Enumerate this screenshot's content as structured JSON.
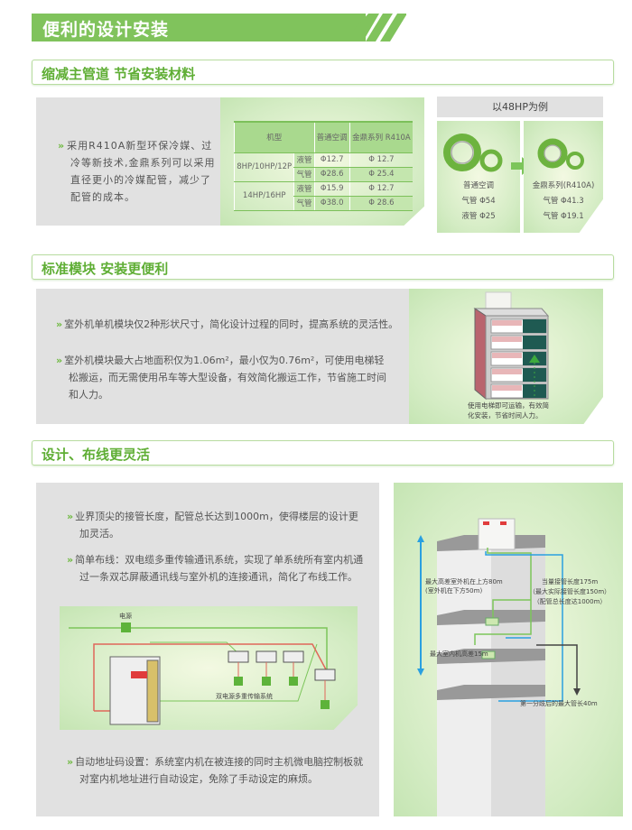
{
  "banner": {
    "title": "便利的设计安装"
  },
  "section1": {
    "title": "缩减主管道  节省安装材料",
    "bullet": "采用R410A新型环保冷媒、过冷等新技术,金鼎系列可以采用直径更小的冷媒配管，减少了配管的成本。",
    "table": {
      "headers": [
        "机型",
        "普通空调",
        "金鼎系列 R410A"
      ],
      "rows": [
        {
          "model": "8HP/10HP/12P",
          "pipe": "液管",
          "normal": "Φ12.7",
          "jd": "Φ 12.7"
        },
        {
          "model": "",
          "pipe": "气管",
          "normal": "Φ28.6",
          "jd": "Φ 25.4"
        },
        {
          "model": "14HP/16HP",
          "pipe": "液管",
          "normal": "Φ15.9",
          "jd": "Φ 12.7"
        },
        {
          "model": "",
          "pipe": "气管",
          "normal": "Φ38.0",
          "jd": "Φ 28.6"
        }
      ]
    },
    "example": {
      "title": "以48HP为例",
      "left": {
        "name": "普通空调",
        "line1": "气管  Φ54",
        "line2": "液管  Φ25"
      },
      "right": {
        "name": "金鼎系列(R410A)",
        "line1": "气管  Φ41.3",
        "line2": "气管  Φ19.1"
      }
    }
  },
  "section2": {
    "title": "标准模块 安装更便利",
    "bullet1": "室外机单机模块仅2种形状尺寸，简化设计过程的同时，提高系统的灵活性。",
    "bullet2": "室外机模块最大占地面积仅为1.06m²，最小仅为0.76m²，可使用电梯轻松搬运，而无需使用吊车等大型设备，有效简化搬运工作，节省施工时间和人力。",
    "caption1": "使用电梯即可运输，有效简",
    "caption2": "化安装，节省时间人力。"
  },
  "section3": {
    "title": "设计、布线更灵活",
    "bullet1": "业界顶尖的接管长度，配管总长达到1000m，使得楼层的设计更加灵活。",
    "bullet2": "简单布线：双电缆多重传输通讯系统，实现了单系统所有室内机通过一条双芯屏蔽通讯线与室外机的连接通讯，简化了布线工作。",
    "bullet3": "自动地址码设置：系统室内机在被连接的同时主机微电脑控制板就对室内机地址进行自动设定，免除了手动设定的麻烦。",
    "wiring": {
      "power": "电源",
      "system": "双电源多重传输系统"
    },
    "building": {
      "h1": "最大高差室外机在上方80m",
      "h2": "(室外机在下方50m)",
      "l1": "当量接管长度175m",
      "l2": "（最大实际接管长度150m）",
      "l3": "（配管总长度达1000m）",
      "indoor": "最大室内机高差15m",
      "branch": "第一分歧后的最大管长40m"
    }
  }
}
